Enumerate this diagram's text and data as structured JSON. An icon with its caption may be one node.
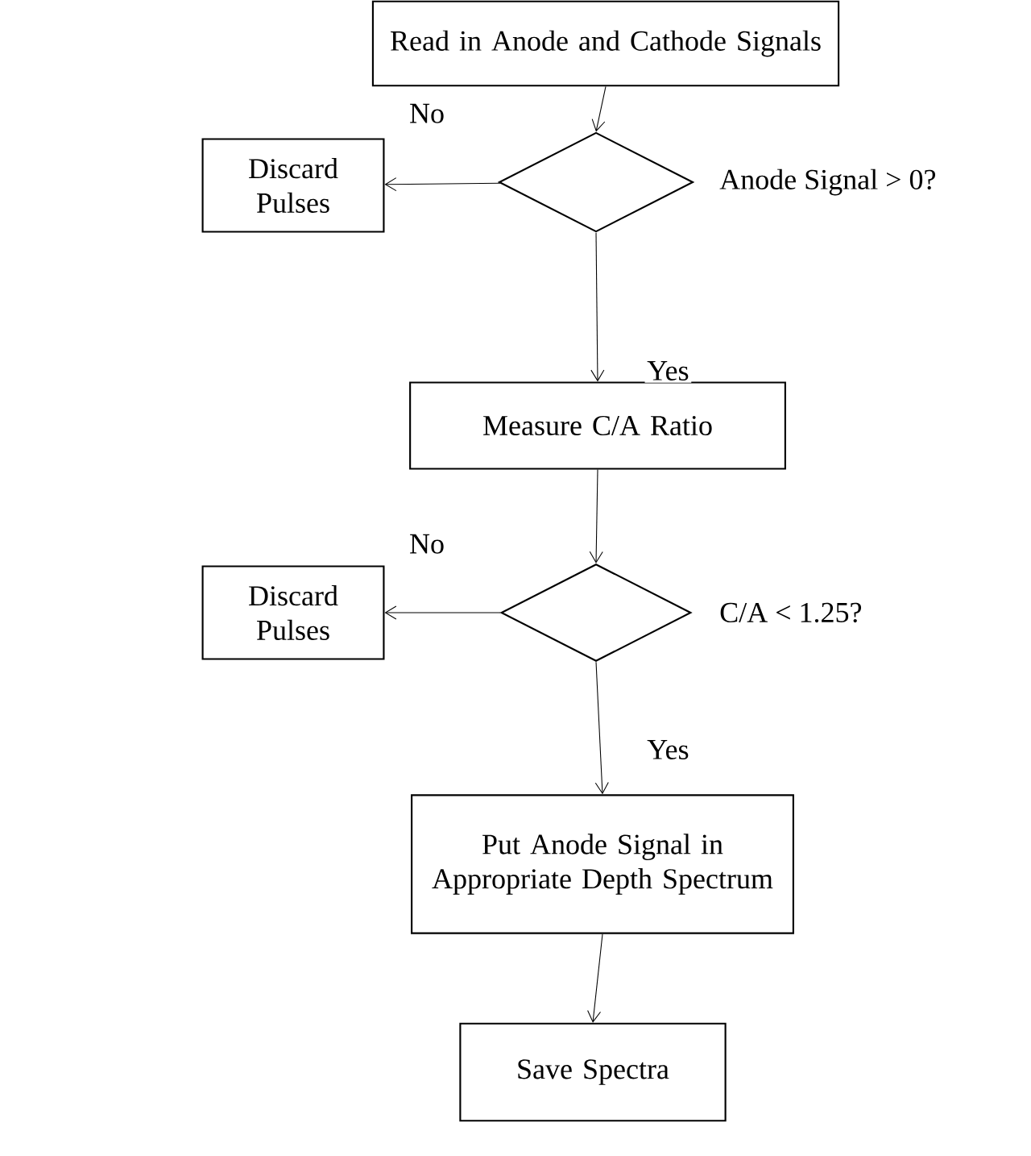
{
  "diagram": {
    "nodes": [
      {
        "text": [
          "Read in Anode and Cathode Signals"
        ]
      },
      {
        "text": [],
        "shape": "diamond",
        "beside": [
          "Anode Signal > 0?"
        ]
      },
      {
        "text": [
          "Discard Pulses"
        ]
      },
      {
        "text": [
          "Measure C/A Ratio"
        ]
      },
      {
        "text": [],
        "shape": "diamond",
        "beside": [
          "C/A < 1.25?"
        ]
      },
      {
        "text": [
          "Discard Pulses"
        ]
      },
      {
        "text": [
          "Put Anode Signal in Appropriate Depth Spectrum"
        ]
      },
      {
        "text": [
          "Save Spectra"
        ]
      }
    ],
    "edges": [
      {
        "from": 0,
        "to": 1,
        "arrow": "to"
      },
      {
        "from": 1,
        "to": 2,
        "arrow": "to",
        "label": "No"
      },
      {
        "from": 1,
        "to": 3,
        "arrow": "to",
        "label": "Yes"
      },
      {
        "from": 3,
        "to": 4,
        "arrow": "to"
      },
      {
        "from": 4,
        "to": 5,
        "arrow": "to",
        "label": "No"
      },
      {
        "from": 4,
        "to": 6,
        "arrow": "to",
        "label": "Yes"
      },
      {
        "from": 6,
        "to": 7,
        "arrow": "to"
      }
    ]
  }
}
